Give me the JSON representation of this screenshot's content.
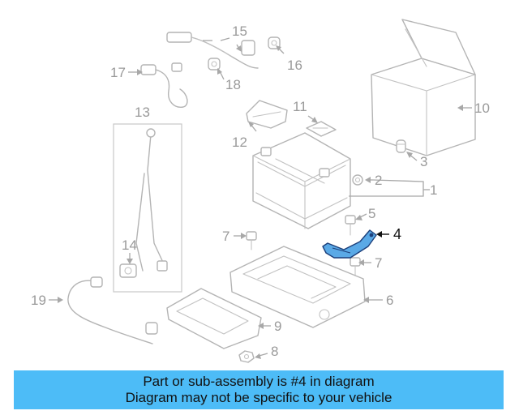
{
  "callouts": {
    "c1": "1",
    "c2": "2",
    "c3": "3",
    "c4": "4",
    "c5": "5",
    "c6": "6",
    "c7a": "7",
    "c7b": "7",
    "c8": "8",
    "c9": "9",
    "c10": "10",
    "c11": "11",
    "c12": "12",
    "c13": "13",
    "c14": "14",
    "c15": "15",
    "c16": "16",
    "c17": "17",
    "c18": "18",
    "c19": "19"
  },
  "highlight": {
    "color": "#5aa9e6"
  },
  "banner": {
    "line1": "Part or sub-assembly is #4 in diagram",
    "line2": "Diagram may not be specific to your vehicle",
    "color": "#4dbcf7"
  }
}
